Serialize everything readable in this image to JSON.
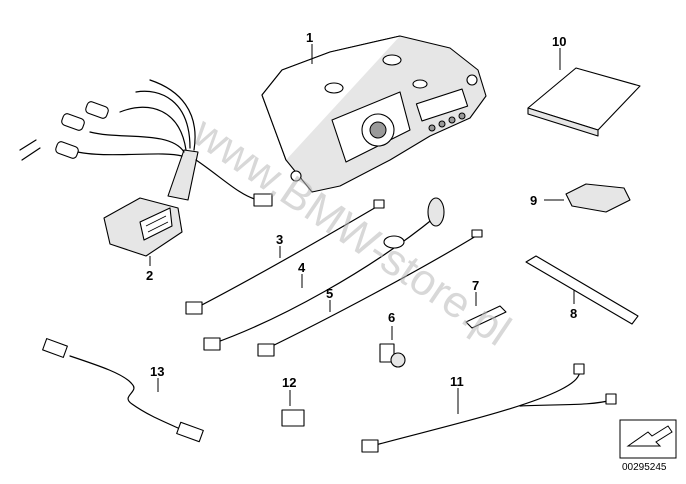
{
  "watermark": "www.BMW-store.pl",
  "drawing_number": "00295245",
  "parts": [
    {
      "id": "1"
    },
    {
      "id": "2"
    },
    {
      "id": "3"
    },
    {
      "id": "4"
    },
    {
      "id": "5"
    },
    {
      "id": "6"
    },
    {
      "id": "7"
    },
    {
      "id": "8"
    },
    {
      "id": "9"
    },
    {
      "id": "10"
    },
    {
      "id": "11"
    },
    {
      "id": "12"
    },
    {
      "id": "13"
    }
  ]
}
